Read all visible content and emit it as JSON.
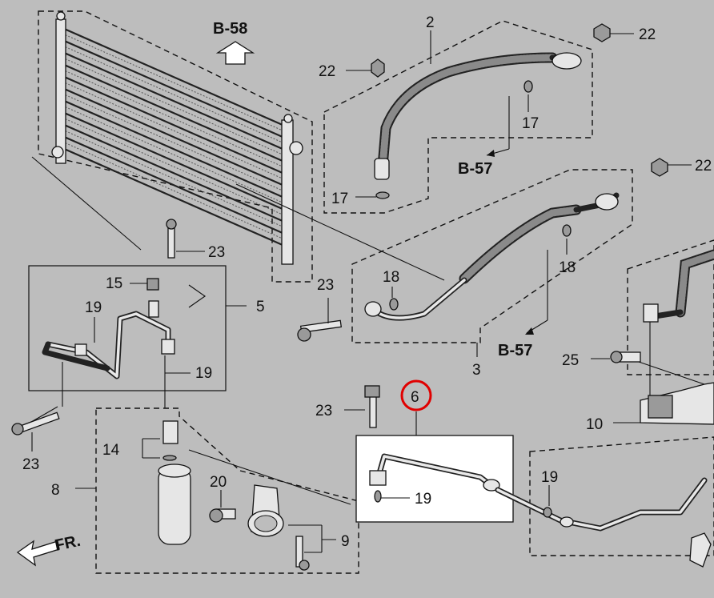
{
  "diagram": {
    "refs": {
      "b58": "B-58",
      "b57_top": "B-57",
      "b57_mid": "B-57"
    },
    "front_label": "FR.",
    "highlight_color": "#e00000",
    "highlighted_part": "6",
    "callouts": {
      "c2": "2",
      "c3": "3",
      "c5": "5",
      "c6": "6",
      "c8": "8",
      "c9": "9",
      "c10": "10",
      "c14": "14",
      "c15": "15",
      "c17a": "17",
      "c17b": "17",
      "c18a": "18",
      "c18b": "18",
      "c19a": "19",
      "c19b": "19",
      "c19c": "19",
      "c19d": "19",
      "c20": "20",
      "c22a": "22",
      "c22b": "22",
      "c22c": "22",
      "c23a": "23",
      "c23b": "23",
      "c23c": "23",
      "c23d": "23",
      "c25": "25"
    }
  }
}
